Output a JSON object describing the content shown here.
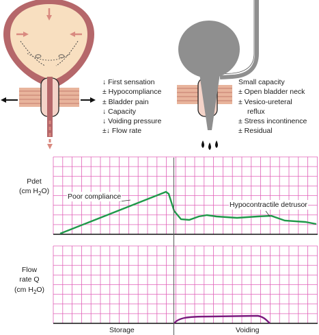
{
  "left_bladder": {
    "findings": [
      "↓ First sensation",
      "± Hypocompliance",
      "± Bladder pain",
      "↓ Capacity",
      "↓ Voiding pressure",
      "±↓ Flow rate"
    ]
  },
  "right_bladder": {
    "findings": [
      "Small capacity",
      "± Open bladder neck",
      "± Vesico-ureteral",
      "   reflux",
      "± Stress incontinence",
      "± Residual"
    ]
  },
  "colors": {
    "grid": "#e060b8",
    "pdet_trace": "#1f9a4a",
    "flow_trace": "#7a1a7e",
    "bladder_fill": "#f8dfc0",
    "bladder_wall": "#b5676a",
    "gray_bladder": "#8f8f8f",
    "sphincter": "#f4d3c8",
    "arrow": "#d98a80"
  },
  "pdet_chart": {
    "ylabel_line1": "Pdet",
    "ylabel_line2_pre": "(cm H",
    "ylabel_line2_sub": "2",
    "ylabel_line2_post": "O)",
    "annotation_left": "Poor compliance",
    "annotation_right": "Hypocontractile detrusor"
  },
  "flow_chart": {
    "ylabel_line1": "Flow",
    "ylabel_line2": "rate Q",
    "ylabel_line3_pre": "(cm H",
    "ylabel_line3_sub": "2",
    "ylabel_line3_post": "O)"
  },
  "phases": {
    "storage": "Storage",
    "voiding": "Voiding"
  }
}
